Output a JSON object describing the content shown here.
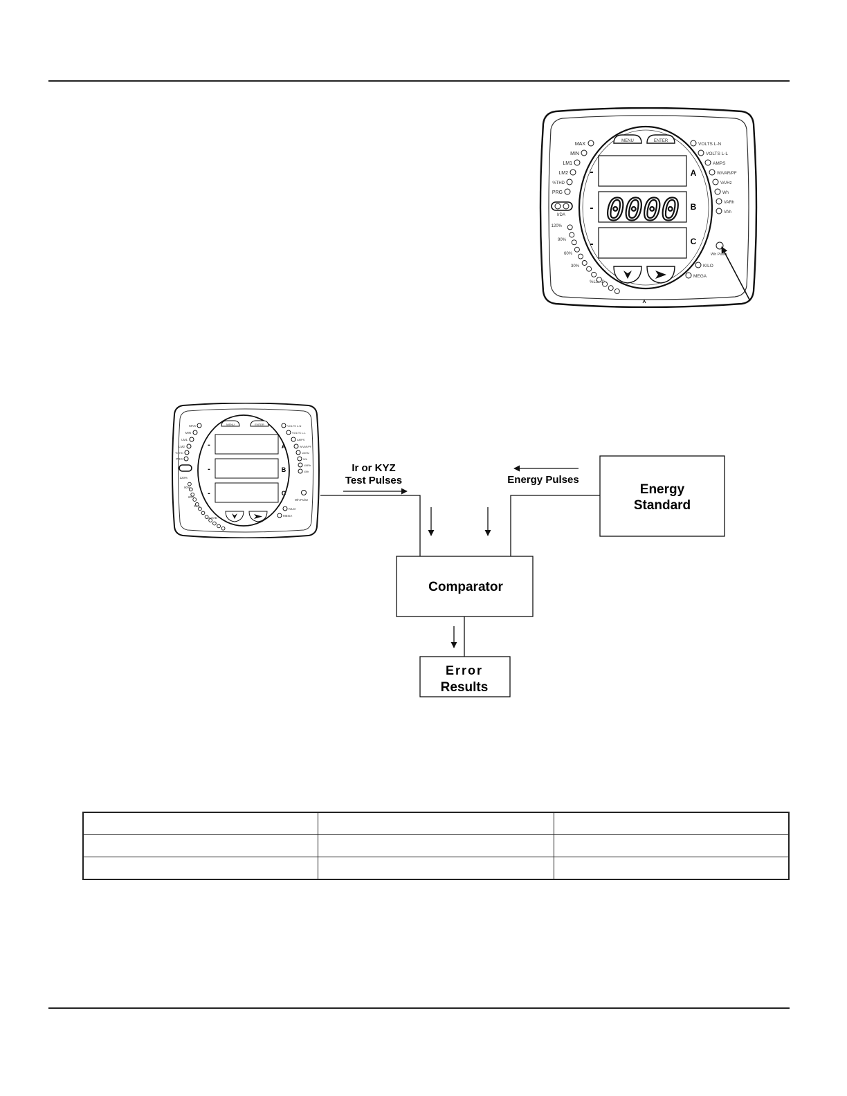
{
  "meter_large": {
    "buttons": [
      "MENU",
      "ENTER"
    ],
    "left_labels": [
      "MAX",
      "MIN",
      "LM1",
      "LM2",
      "%THD",
      "PRG"
    ],
    "irda_label": "IrDA",
    "load_labels": [
      "120%",
      "90%",
      "60%",
      "30%",
      "%LOAD"
    ],
    "right_labels": [
      "VOLTS L-N",
      "VOLTS L-L",
      "AMPS",
      "W/VAR/PF",
      "VA/Hz",
      "Wh",
      "VARh",
      "VAh"
    ],
    "display_value": "0000",
    "row_letters": [
      "A",
      "B",
      "C"
    ],
    "dashes": [
      "-",
      "-",
      "-"
    ],
    "pulse_label": "Wh Pulse",
    "scale_labels": [
      "KILO",
      "MEGA"
    ],
    "nav_icons": [
      "down-arrow-icon",
      "right-arrow-icon"
    ]
  },
  "meter_small": {
    "buttons": [
      "MENU",
      "ENTER"
    ],
    "left_labels": [
      "MAX",
      "MIN",
      "LM1",
      "LM2",
      "%THD",
      "PRG"
    ],
    "load_labels": [
      "120%",
      "90%",
      "60%",
      "30%",
      "%LOAD"
    ],
    "right_labels": [
      "VOLTS L-N",
      "VOLTS L-L",
      "AMPS",
      "W/VAR/PF",
      "VA/Hz",
      "Wh",
      "VARh",
      "VAh"
    ],
    "row_letters": [
      "A",
      "B",
      "C"
    ],
    "dashes": [
      "-",
      "-",
      "-"
    ],
    "pulse_label": "Wh Pulse",
    "scale_labels": [
      "KILO",
      "MEGA"
    ]
  },
  "diagram": {
    "test_pulses_line1": "Ir or KYZ",
    "test_pulses_line2": "Test Pulses",
    "energy_pulses": "Energy Pulses",
    "energy_standard_line1": "Energy",
    "energy_standard_line2": "Standard",
    "comparator": "Comparator",
    "error_line1": "Error",
    "error_line2": "Results"
  },
  "table": {
    "rows": [
      [
        "",
        "",
        ""
      ],
      [
        "",
        "",
        ""
      ],
      [
        "",
        "",
        ""
      ]
    ]
  }
}
